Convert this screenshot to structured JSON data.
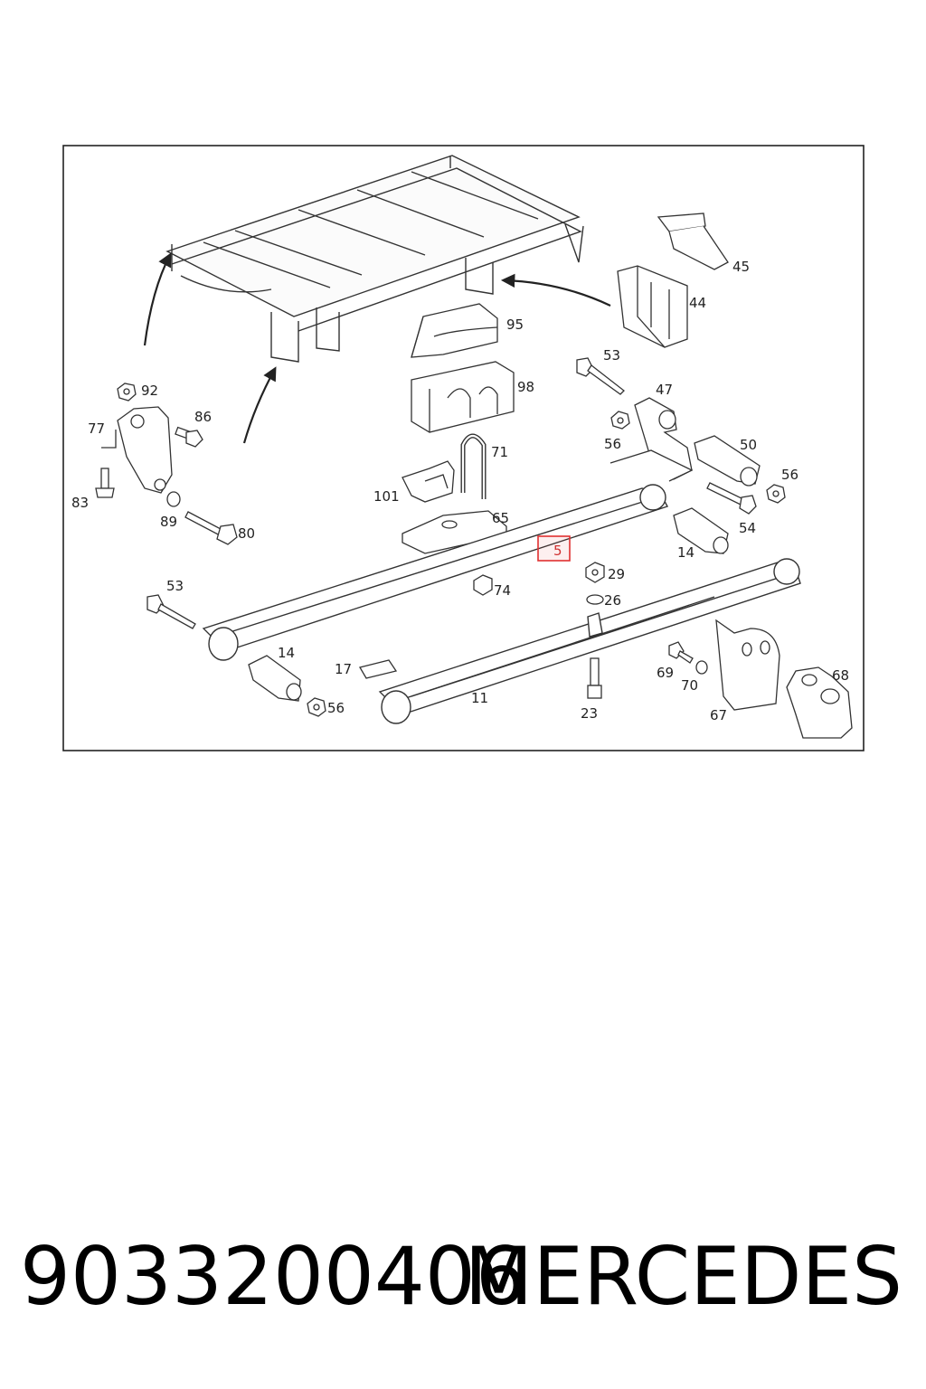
{
  "callouts": {
    "c45": "45",
    "c44": "44",
    "c95": "95",
    "c98": "98",
    "c53a": "53",
    "c47": "47",
    "c92": "92",
    "c86": "86",
    "c77": "77",
    "c83": "83",
    "c89": "89",
    "c80": "80",
    "c71": "71",
    "c101": "101",
    "c65": "65",
    "c56a": "56",
    "c50": "50",
    "c56b": "56",
    "c54": "54",
    "c14a": "14",
    "c5": "5",
    "c29": "29",
    "c74": "74",
    "c26": "26",
    "c53b": "53",
    "c14b": "14",
    "c17": "17",
    "c11": "11",
    "c23": "23",
    "c69": "69",
    "c70": "70",
    "c68": "68",
    "c67": "67",
    "c56c": "56"
  },
  "highlight": {
    "part": "5",
    "color": "#e03030"
  },
  "caption": {
    "part_number": "9033200406",
    "brand": "MERCEDES"
  }
}
